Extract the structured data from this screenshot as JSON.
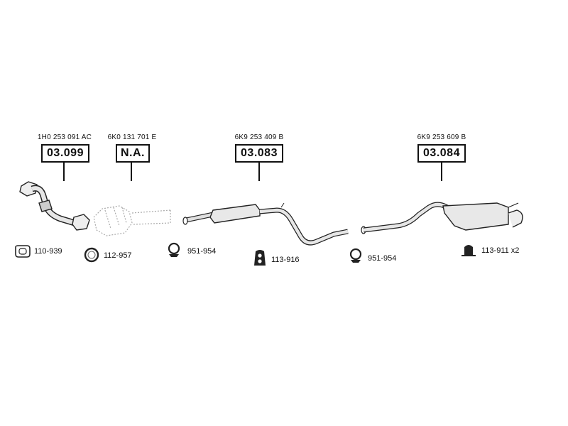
{
  "parts": [
    {
      "oem": "1H0 253 091 AC",
      "ref": "03.099"
    },
    {
      "oem": "6K0 131 701 E",
      "ref": "N.A."
    },
    {
      "oem": "6K9 253 409 B",
      "ref": "03.083"
    },
    {
      "oem": "6K9 253 609 B",
      "ref": "03.084"
    }
  ],
  "accessories": [
    {
      "code": "110-939",
      "icon": "flange-gasket-icon"
    },
    {
      "code": "112-957",
      "icon": "ring-gasket-icon"
    },
    {
      "code": "951-954",
      "icon": "clamp-icon"
    },
    {
      "code": "113-916",
      "icon": "rubber-mount-icon"
    },
    {
      "code": "951-954",
      "icon": "clamp-icon"
    },
    {
      "code": "113-911 x2",
      "icon": "hanger-icon"
    }
  ]
}
